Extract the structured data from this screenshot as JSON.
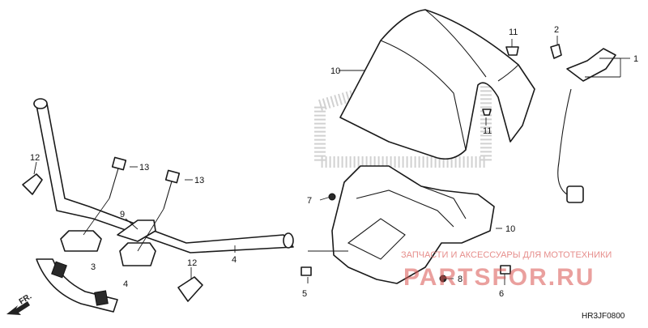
{
  "diagram": {
    "code": "HR3JF0800",
    "direction_label": "FR.",
    "watermark": {
      "text": "ЗАПЧАСТИ И АКСЕССУАРЫ ДЛЯ МОТОТЕХНИКИ",
      "brand": "PARTSFOR.RU",
      "color": "#d9534f"
    },
    "callouts": [
      "1",
      "2",
      "3",
      "4",
      "4",
      "5",
      "6",
      "7",
      "8",
      "9",
      "10",
      "10",
      "11",
      "11",
      "12",
      "12",
      "13",
      "13"
    ]
  }
}
